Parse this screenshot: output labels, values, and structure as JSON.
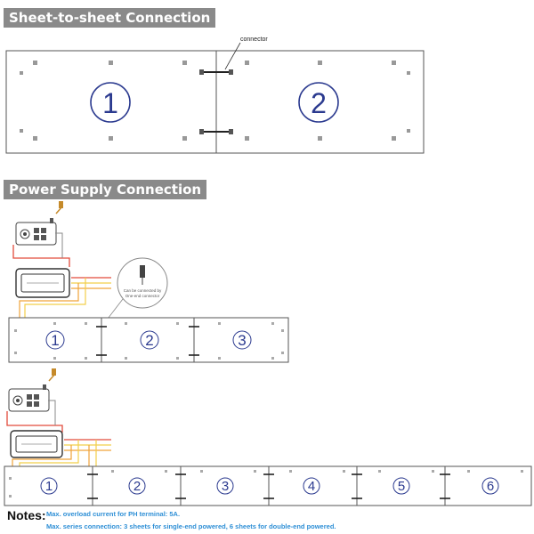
{
  "section1": {
    "title": "Sheet-to-sheet Connection",
    "connector_label": "connector",
    "sheet_numbers": [
      "1",
      "2"
    ]
  },
  "section2": {
    "title": "Power Supply Connection",
    "callout_text_line1": "Can be connected by",
    "callout_text_line2": "One-end connector",
    "row1_numbers": [
      "1",
      "2",
      "3"
    ],
    "row2_numbers": [
      "1",
      "2",
      "3",
      "4",
      "5",
      "6"
    ]
  },
  "notes": {
    "label": "Notes:",
    "line1": "Max. overload current for PH terminal: 5A.",
    "line2": "Max. series connection: 3 sheets for single-end powered, 6 sheets for double-end powered."
  },
  "colors": {
    "header_bg": "#8a8a8a",
    "wire_red": "#e24a3b",
    "wire_orange": "#f0a43a",
    "wire_yellow": "#f2cf4a",
    "note_blue": "#2e8fd6",
    "sheet_number": "#2b3a8f"
  }
}
